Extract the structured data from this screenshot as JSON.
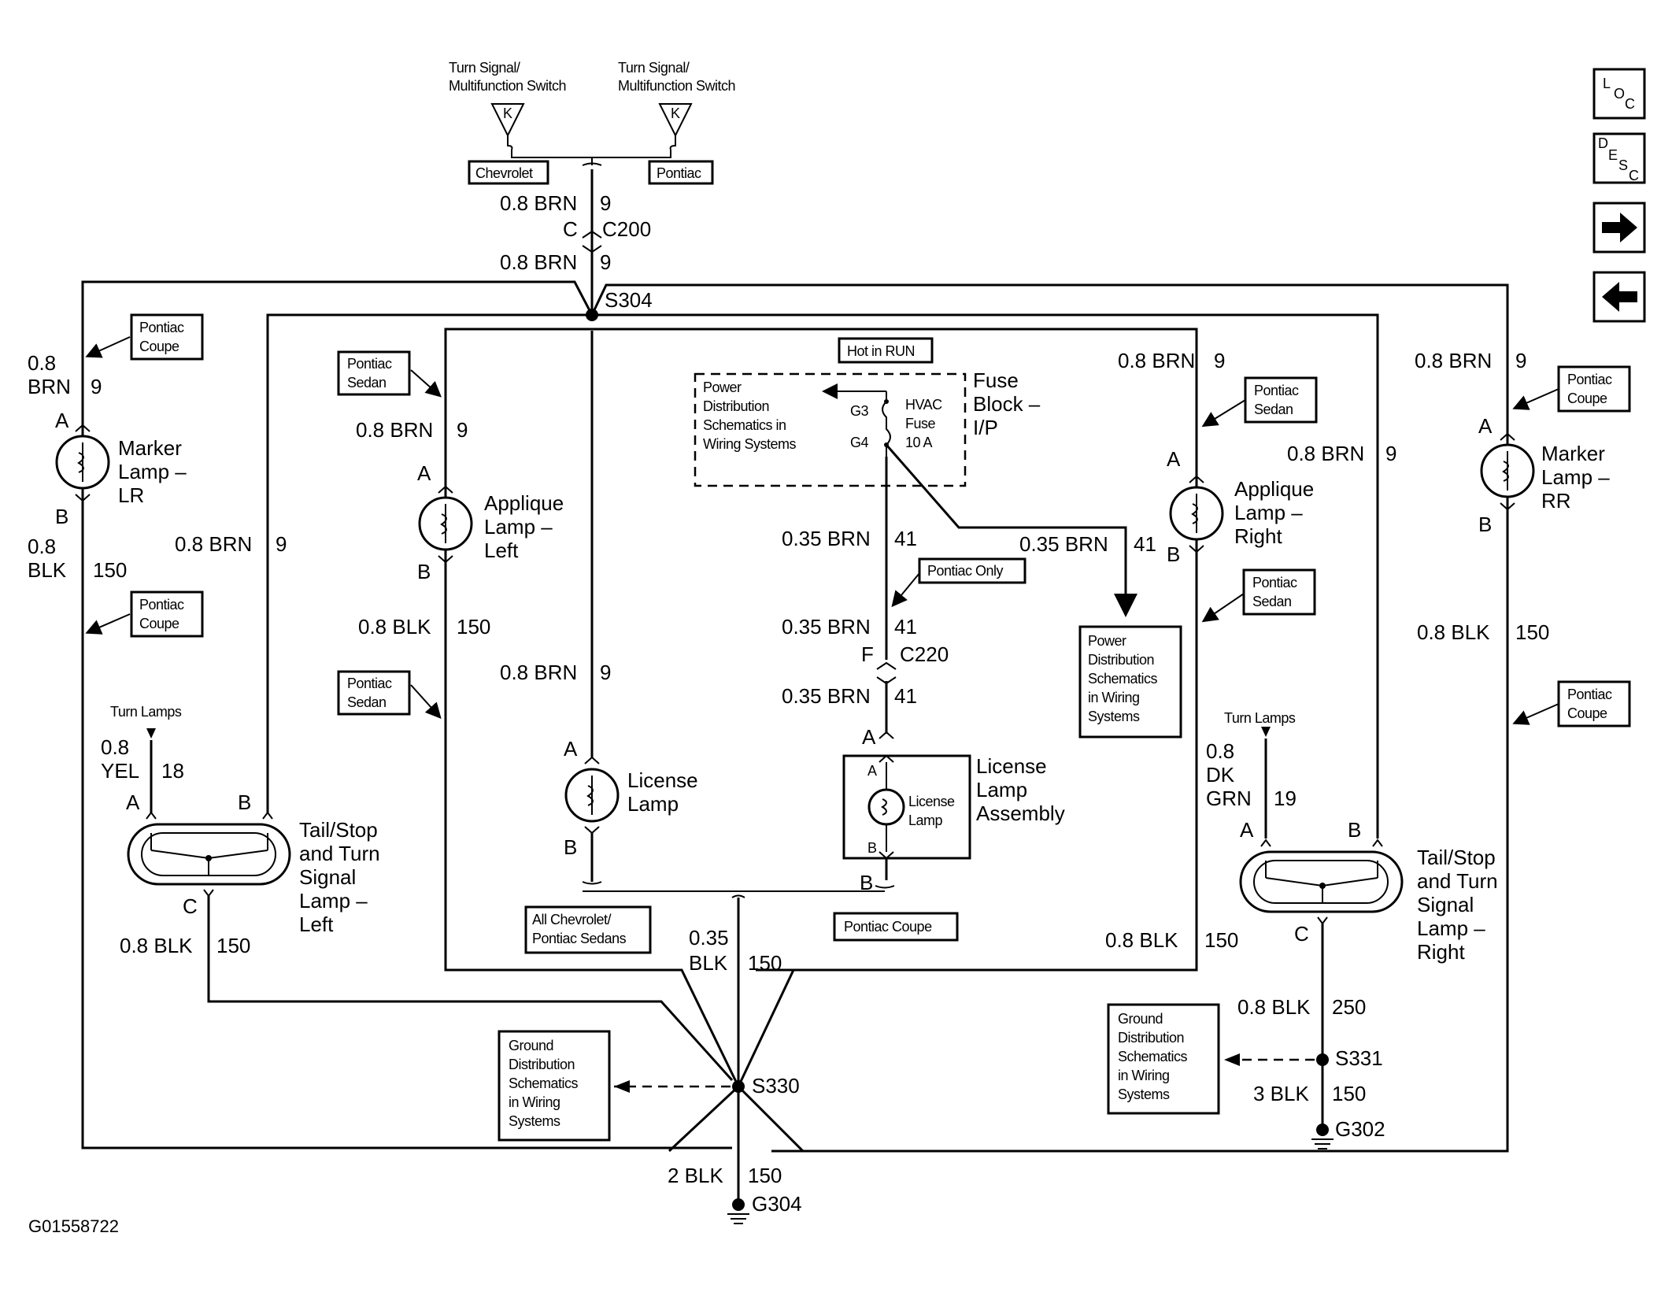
{
  "footer_id": "G01558722",
  "nav": {
    "loc": [
      "L",
      "O",
      "C"
    ],
    "desc": [
      "D",
      "E",
      "S",
      "C"
    ],
    "next_glyph": "➜",
    "prev_glyph": "🡐"
  },
  "switches": {
    "label": "Turn Signal/ Multifunction Switch",
    "label_l1": "Turn Signal/",
    "label_l2": "Multifunction Switch",
    "connector": "K",
    "chevrolet": "Chevrolet",
    "pontiac": "Pontiac"
  },
  "tags": {
    "pontiac_coupe_l1": "Pontiac",
    "pontiac_coupe_l2": "Coupe",
    "pontiac_sedan_l1": "Pontiac",
    "pontiac_sedan_l2": "Sedan",
    "hot_in_run": "Hot in RUN",
    "pontiac_only": "Pontiac Only",
    "all_chev_l1": "All Chevrolet/",
    "all_chev_l2": "Pontiac Sedans",
    "pontiac_coupe_bottom": "Pontiac Coupe"
  },
  "wires": {
    "brn08": "0.8 BRN",
    "n9": "9",
    "brn035": "0.35 BRN",
    "n41": "41",
    "blk08": "0.8 BLK",
    "n150": "150",
    "blk035": "0.35",
    "blk035b": "BLK",
    "blk2": "2 BLK",
    "blk3": "3 BLK",
    "n250": "250",
    "yel08": "0.8",
    "yel": "YEL",
    "n18": "18",
    "dkgrn08": "0.8",
    "dk": "DK",
    "grn": "GRN",
    "n19": "19",
    "w08": "0.8",
    "brn": "BRN",
    "blk": "BLK"
  },
  "connectors": {
    "c200_pin": "C",
    "c200": "C200",
    "c220_pin": "F",
    "c220": "C220",
    "s304": "S304",
    "s330": "S330",
    "s331": "S331",
    "g304": "G304",
    "g302": "G302"
  },
  "pins": {
    "a": "A",
    "b": "B",
    "c": "C",
    "g3": "G3",
    "g4": "G4"
  },
  "fuse": {
    "block_l1": "Fuse",
    "block_l2": "Block –",
    "block_l3": "I/P",
    "hvac_l1": "HVAC",
    "hvac_l2": "Fuse",
    "hvac_l3": "10 A"
  },
  "pds": {
    "l1": "Power",
    "l2": "Distribution",
    "l3": "Schematics in",
    "l4": "Wiring Systems"
  },
  "pds2": {
    "l1": "Power",
    "l2": "Distribution",
    "l3": "Schematics",
    "l4": "in Wiring",
    "l5": "Systems"
  },
  "gds": {
    "l1": "Ground",
    "l2": "Distribution",
    "l3": "Schematics",
    "l4": "in Wiring",
    "l5": "Systems"
  },
  "lamps": {
    "marker_lr_l1": "Marker",
    "marker_lr_l2": "Lamp –",
    "marker_lr_l3": "LR",
    "marker_rr_l1": "Marker",
    "marker_rr_l2": "Lamp –",
    "marker_rr_l3": "RR",
    "applique_l_l1": "Applique",
    "applique_l_l2": "Lamp –",
    "applique_l_l3": "Left",
    "applique_r_l1": "Applique",
    "applique_r_l2": "Lamp –",
    "applique_r_l3": "Right",
    "license_l1": "License",
    "license_l2": "Lamp",
    "license_asm_l1": "License",
    "license_asm_l2": "Lamp",
    "license_asm_l3": "Assembly",
    "license_inner_l1": "License",
    "license_inner_l2": "Lamp",
    "tail_l_l1": "Tail/Stop",
    "tail_l_l2": "and Turn",
    "tail_l_l3": "Signal",
    "tail_l_l4": "Lamp –",
    "tail_l_l5": "Left",
    "tail_r_l1": "Tail/Stop",
    "tail_r_l2": "and Turn",
    "tail_r_l3": "Signal",
    "tail_r_l4": "Lamp –",
    "tail_r_l5": "Right",
    "turn_lamps": "Turn Lamps"
  }
}
